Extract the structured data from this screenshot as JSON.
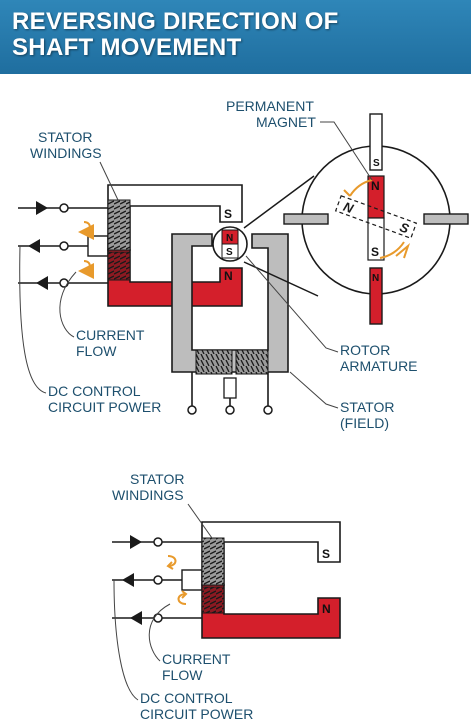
{
  "title": {
    "line1": "REVERSING DIRECTION OF",
    "line2": "SHAFT MOVEMENT"
  },
  "labels": {
    "stator_windings_top": [
      "STATOR",
      "WINDINGS"
    ],
    "permanent_magnet": [
      "PERMANENT",
      "MAGNET"
    ],
    "current_flow_top": [
      "CURRENT",
      "FLOW"
    ],
    "dc_control_top": [
      "DC CONTROL",
      "CIRCUIT POWER"
    ],
    "rotor_armature": [
      "ROTOR",
      "ARMATURE"
    ],
    "stator_field": [
      "STATOR",
      "(FIELD)"
    ],
    "stator_windings_bottom": [
      "STATOR",
      "WINDINGS"
    ],
    "current_flow_bottom": [
      "CURRENT",
      "FLOW"
    ],
    "dc_control_bottom": [
      "DC CONTROL",
      "CIRCUIT POWER"
    ]
  },
  "poles": {
    "north": "N",
    "south": "S"
  },
  "colors": {
    "header": "#2878aa",
    "north_pole": "#d41f2b",
    "stator_gray": "#bdbdbd",
    "current_arrow": "#e89a2c",
    "label_text": "#1d4f6d"
  }
}
